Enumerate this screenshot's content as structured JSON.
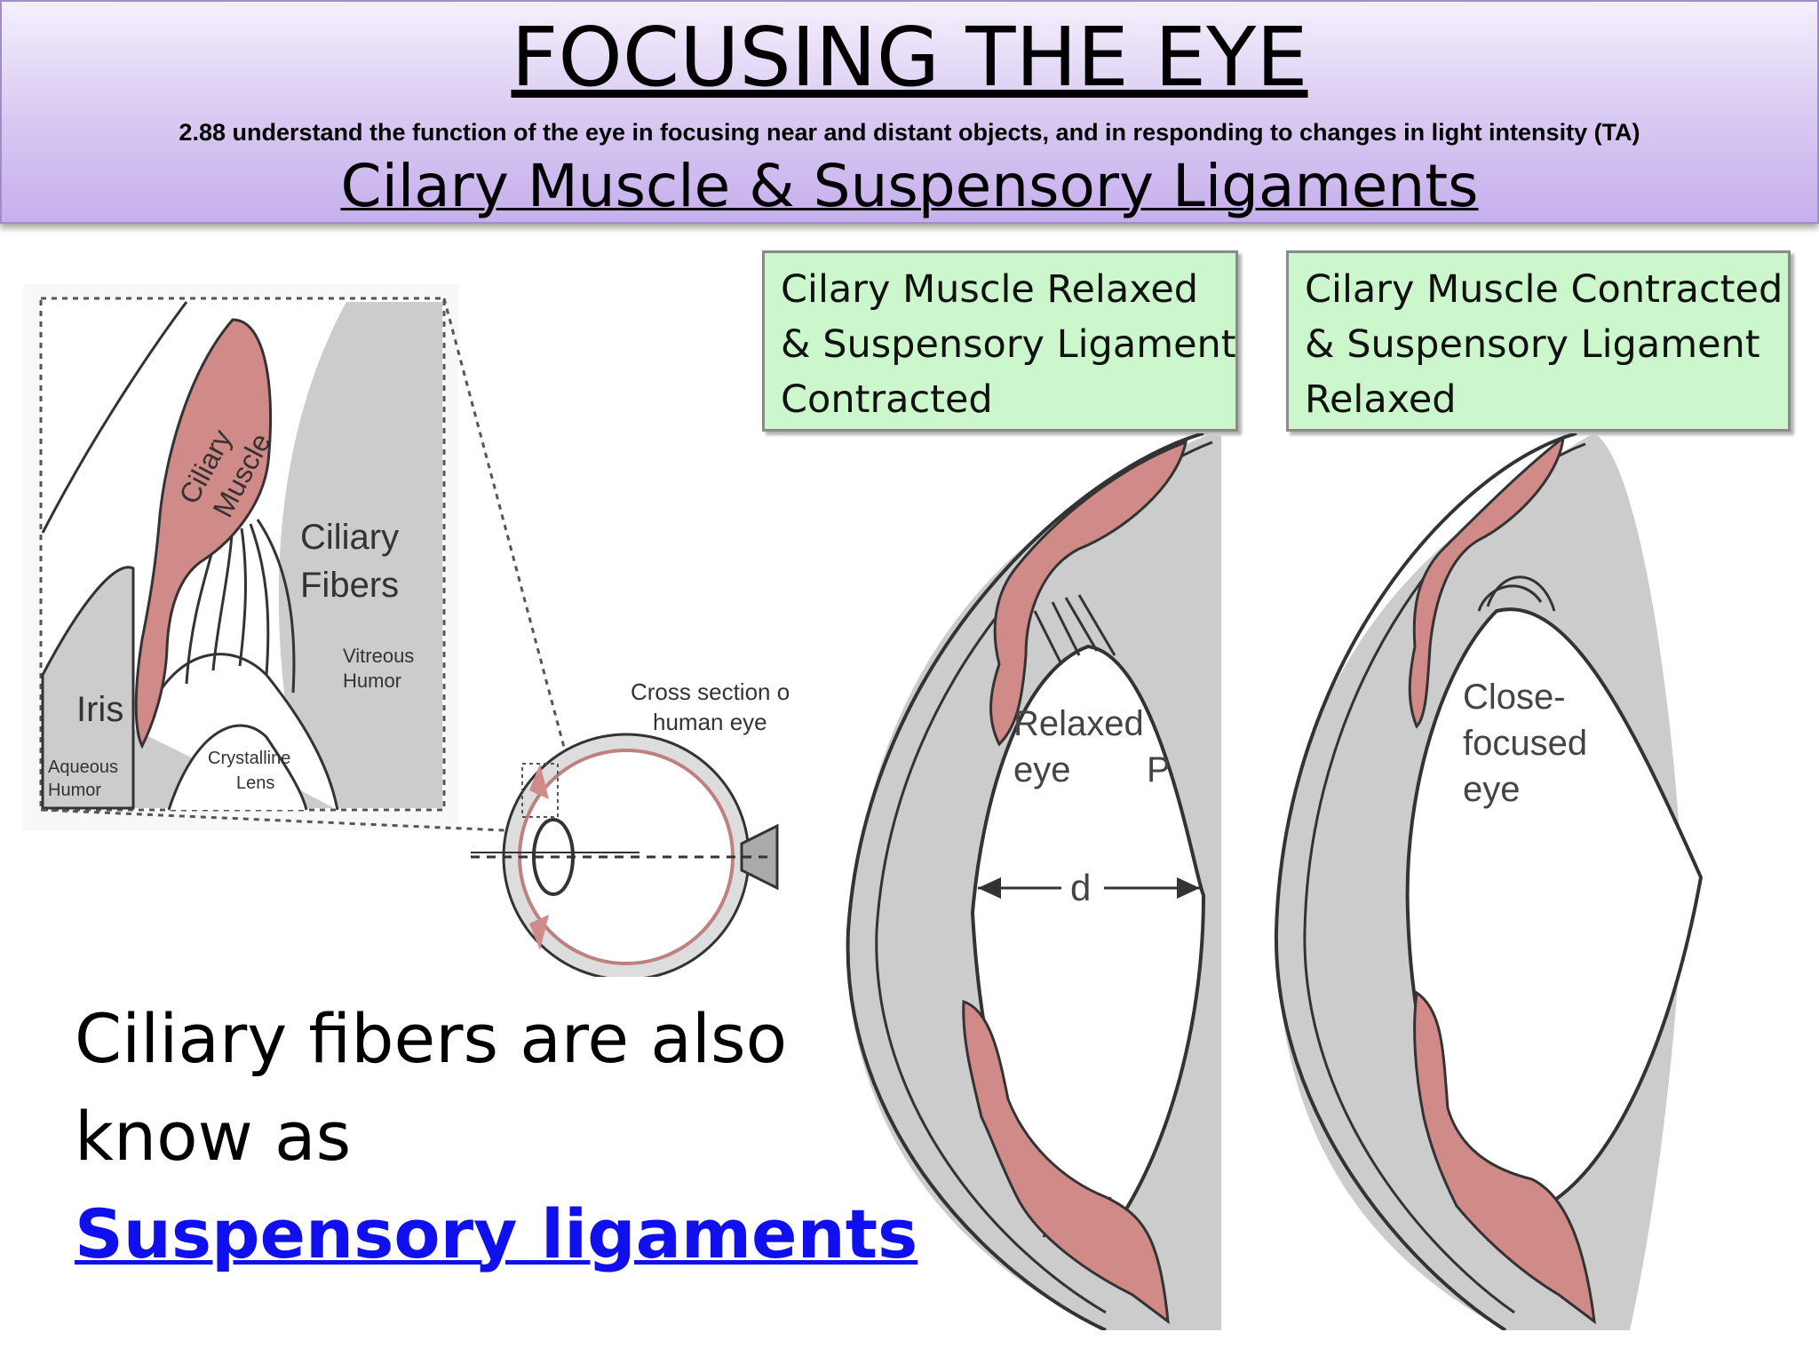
{
  "header": {
    "title": "FOCUSING THE EYE",
    "spec": "2.88 understand the function of the eye in focusing near and distant objects, and in responding to changes in light intensity (TA)",
    "subtitle": "Cilary Muscle & Suspensory Ligaments"
  },
  "states": {
    "relaxed": [
      "Cilary Muscle Relaxed",
      "& Suspensory Ligament",
      "Contracted"
    ],
    "contracted": [
      "Cilary Muscle Contracted",
      "& Suspensory Ligament",
      "Relaxed"
    ]
  },
  "detail_labels": {
    "ciliary_muscle": [
      "Ciliary",
      "Muscle"
    ],
    "ciliary_fibers": [
      "Ciliary",
      "Fibers"
    ],
    "vitreous_humor": [
      "Vitreous",
      "Humor"
    ],
    "iris": "Iris",
    "aqueous_humor": [
      "Aqueous",
      "Humor"
    ],
    "crystalline_lens": [
      "Crystalline",
      "Lens"
    ],
    "cross_section": [
      "Cross section o",
      "human eye"
    ]
  },
  "lens_labels": {
    "relaxed": [
      "Relaxed",
      "eye"
    ],
    "p": "P",
    "d": "d",
    "close": [
      "Close-",
      "focused",
      "eye"
    ]
  },
  "fact": {
    "line1": "Ciliary fibers are also",
    "line2": "know as",
    "link": "Suspensory ligaments"
  },
  "colors": {
    "muscle": "#d08a88",
    "grey": "#cccccc",
    "header": "#d8c8f2",
    "box": "#ccf6cc",
    "link": "#1010ee"
  }
}
